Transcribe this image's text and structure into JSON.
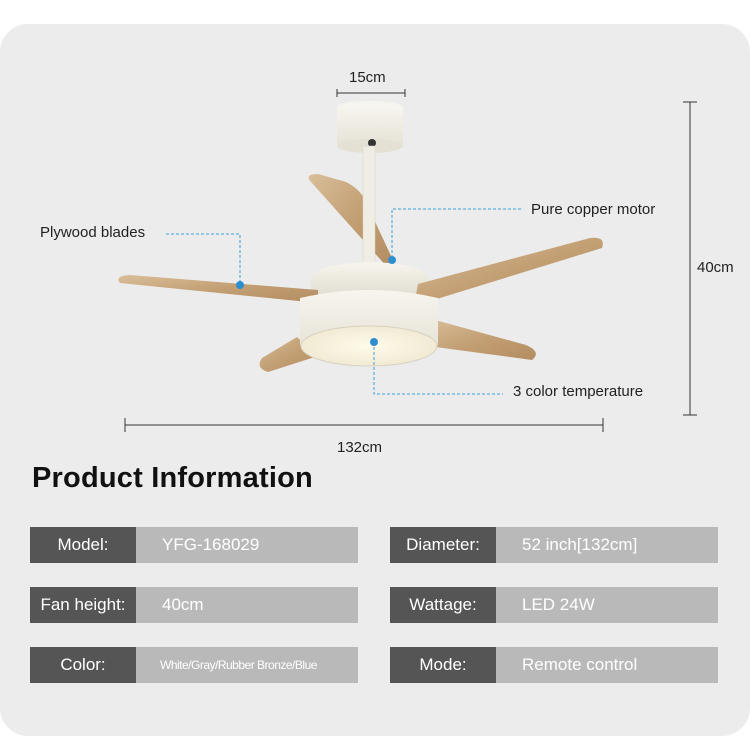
{
  "diagram": {
    "dim_top": "15cm",
    "dim_height": "40cm",
    "dim_width": "132cm",
    "callout_blades": "Plywood blades",
    "callout_motor": "Pure copper motor",
    "callout_light": "3 color temperature"
  },
  "section_title": "Product Information",
  "specs": [
    {
      "key": "Model:",
      "value": "YFG-168029"
    },
    {
      "key": "Diameter:",
      "value": "52 inch[132cm]"
    },
    {
      "key": "Fan height:",
      "value": "40cm"
    },
    {
      "key": "Wattage:",
      "value": "LED 24W"
    },
    {
      "key": "Color:",
      "value": "White/Gray/Rubber Bronze/Blue"
    },
    {
      "key": "Mode:",
      "value": "Remote control"
    }
  ],
  "colors": {
    "card_bg": "#ececec",
    "key_bg": "#555555",
    "value_bg": "#b9b9b9",
    "callout_line": "#3aa0d8",
    "fan_body": "#f2efe6",
    "blade_wood": "#c8a77f"
  }
}
